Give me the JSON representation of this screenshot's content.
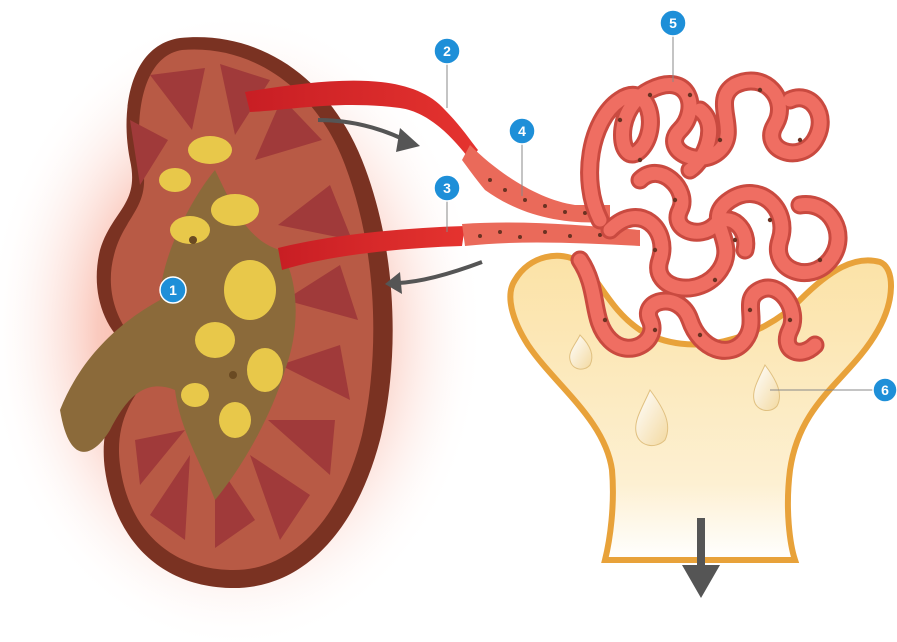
{
  "callouts": {
    "c1": "1",
    "c2": "2",
    "c3": "3",
    "c4": "4",
    "c5": "5",
    "c6": "6"
  },
  "colors": {
    "callout_badge": "#1e8fd8",
    "kidney_capsule": "#7a3222",
    "kidney_cortex": "#b85a45",
    "medulla_pyramid": "#a03a3a",
    "renal_pelvis": "#8b6a3a",
    "renal_sinus_fat": "#e8c84a",
    "artery_red": "#d8232a",
    "vessel_pink": "#ea6a5a",
    "capsule_cream": "#fbe2a6",
    "arrow_gray": "#555555"
  },
  "icons": {
    "flow_out": "curved-arrow-icon",
    "flow_in": "curved-arrow-icon",
    "filtrate_down": "down-arrow-icon"
  }
}
